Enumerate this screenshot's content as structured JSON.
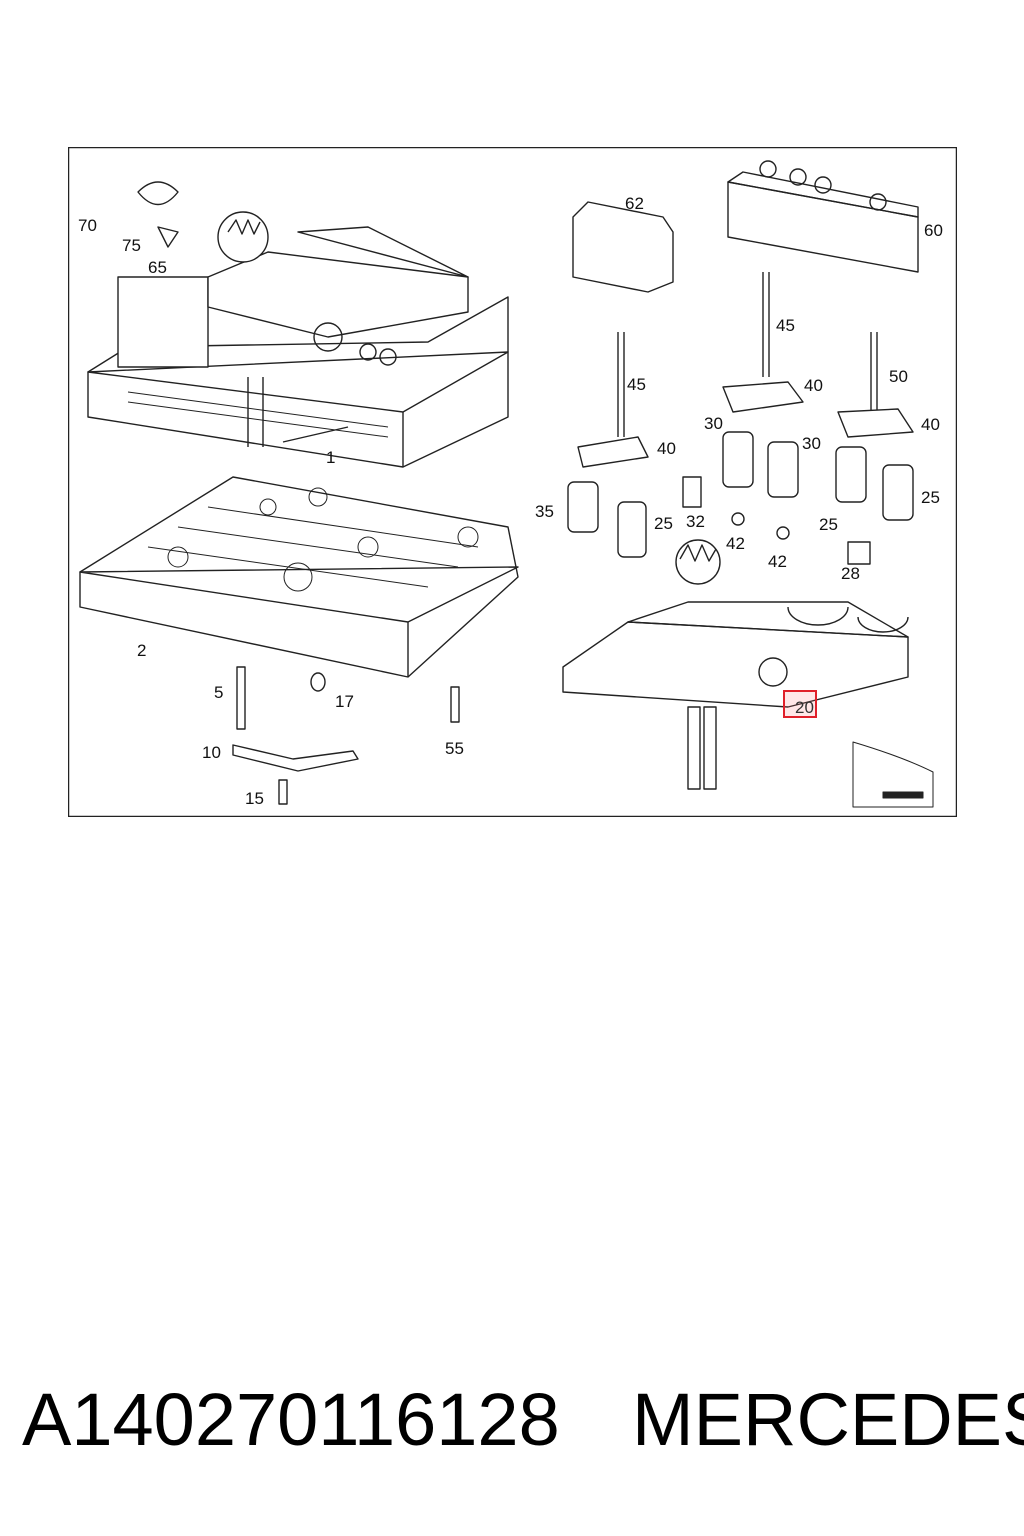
{
  "diagram": {
    "callouts": {
      "c70": "70",
      "c75": "75",
      "c65": "65",
      "c1": "1",
      "c2": "2",
      "c5": "5",
      "c17": "17",
      "c55": "55",
      "c10": "10",
      "c15": "15",
      "c62": "62",
      "c60": "60",
      "c45a": "45",
      "c45b": "45",
      "c40a": "40",
      "c40b": "40",
      "c40c": "40",
      "c50": "50",
      "c30a": "30",
      "c30b": "30",
      "c35": "35",
      "c25a": "25",
      "c25b": "25",
      "c25c": "25",
      "c32": "32",
      "c42a": "42",
      "c42b": "42",
      "c28": "28",
      "c20": "20"
    },
    "highlighted_callout": "20"
  },
  "footer": {
    "part_number": "A140270116128",
    "brand": "MERCEDES"
  }
}
